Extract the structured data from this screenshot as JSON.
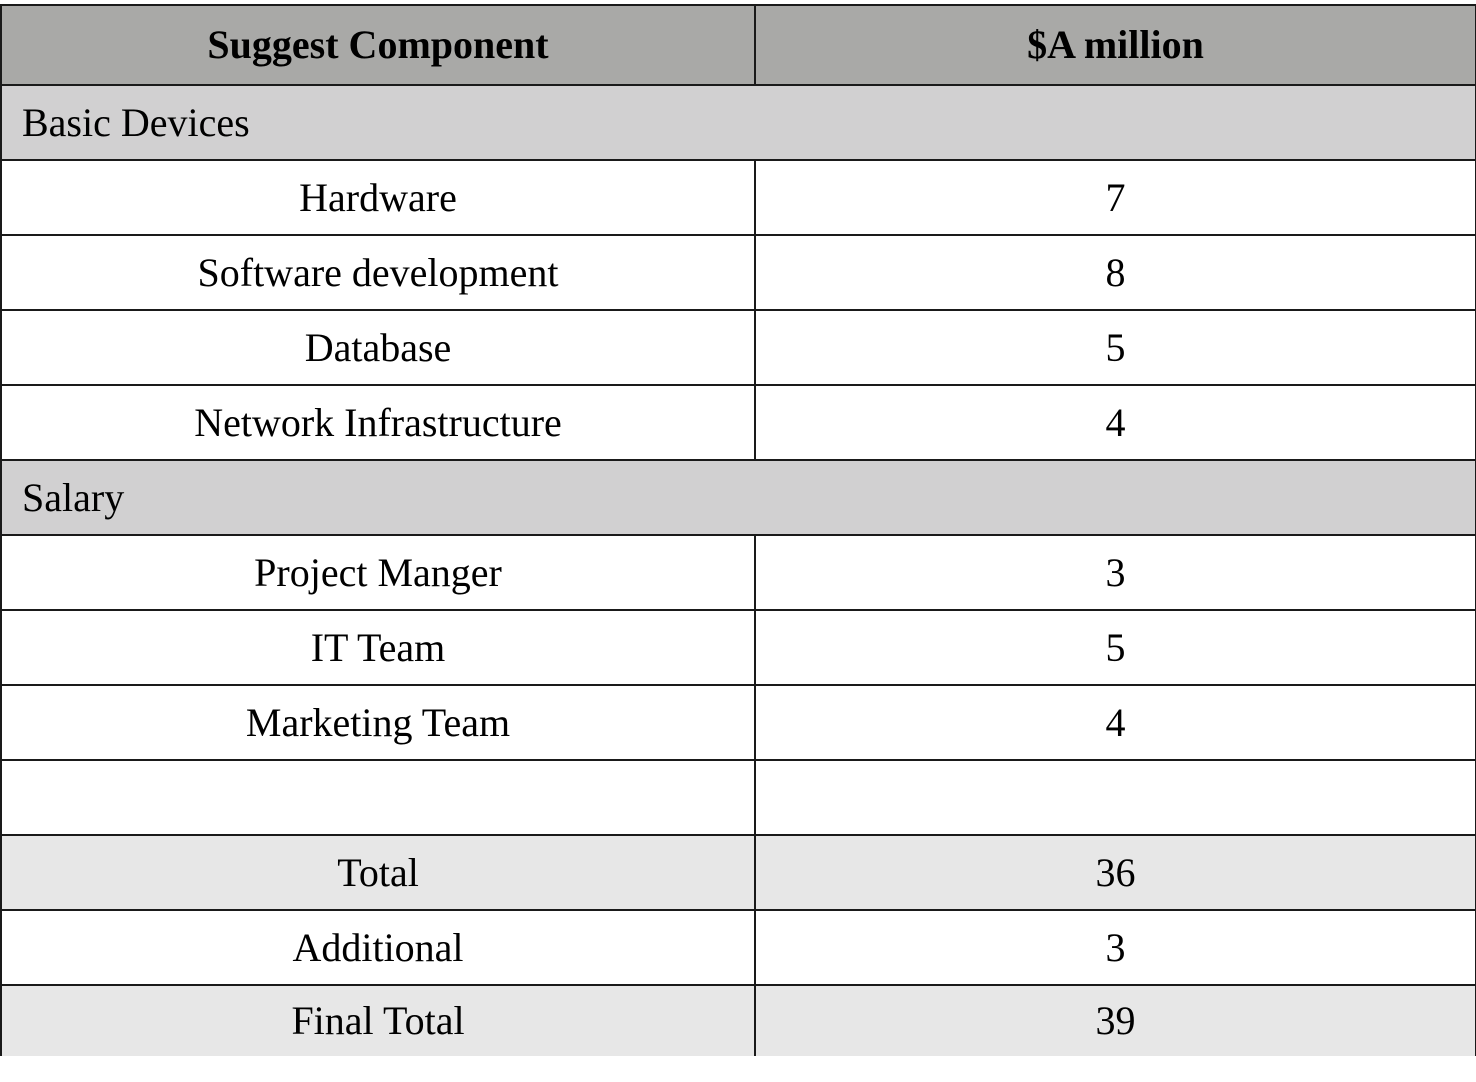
{
  "table": {
    "headers": [
      "Suggest Component",
      "$A million"
    ],
    "sections": [
      {
        "label": "Basic Devices",
        "items": [
          {
            "name": "Hardware",
            "value": "7"
          },
          {
            "name": "Software development",
            "value": "8"
          },
          {
            "name": "Database",
            "value": "5"
          },
          {
            "name": "Network Infrastructure",
            "value": "4"
          }
        ]
      },
      {
        "label": "Salary",
        "items": [
          {
            "name": "Project Manger",
            "value": "3"
          },
          {
            "name": "IT Team",
            "value": "5"
          },
          {
            "name": "Marketing Team",
            "value": "4"
          }
        ]
      }
    ],
    "blank_row": [
      "",
      ""
    ],
    "total": {
      "label": "Total",
      "value": "36"
    },
    "additional": {
      "label": "Additional",
      "value": "3"
    },
    "final_total": {
      "label": "Final Total",
      "value": "39"
    },
    "colors": {
      "header_bg": "#a9a9a7",
      "section_bg": "#d1d0d1",
      "total_bg": "#e7e7e7",
      "border": "#1a1a1a"
    }
  }
}
